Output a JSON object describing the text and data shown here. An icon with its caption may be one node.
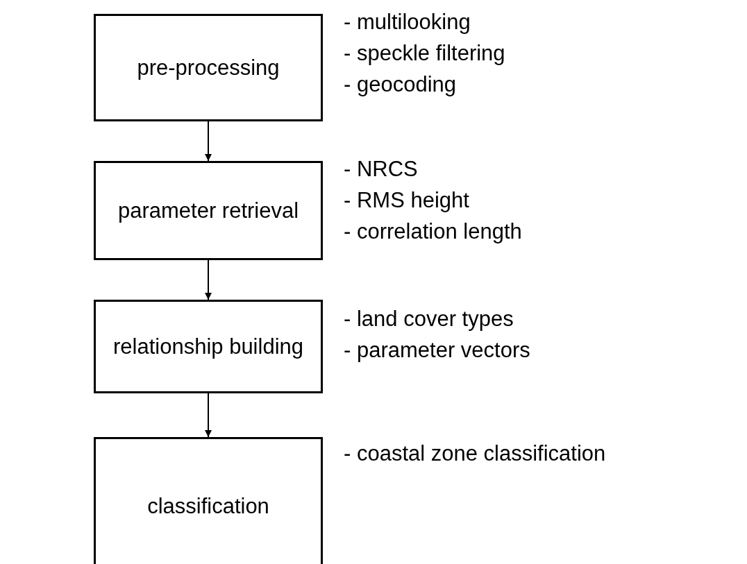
{
  "diagram": {
    "nodes": [
      {
        "text": [
          "pre-processing"
        ],
        "beside": [
          "- multilooking",
          "- speckle filtering",
          "- geocoding"
        ]
      },
      {
        "text": [
          "parameter retrieval"
        ],
        "beside": [
          "- NRCS",
          "- RMS height",
          "- correlation length"
        ]
      },
      {
        "text": [
          "relationship building"
        ],
        "beside": [
          "- land cover types",
          "- parameter vectors"
        ]
      },
      {
        "text": [
          "classification"
        ],
        "beside": [
          "- coastal zone classification"
        ]
      }
    ],
    "edges": [
      {
        "from": 0,
        "to": 1,
        "arrow": "to"
      },
      {
        "from": 1,
        "to": 2,
        "arrow": "to"
      },
      {
        "from": 2,
        "to": 3,
        "arrow": "to"
      }
    ]
  }
}
